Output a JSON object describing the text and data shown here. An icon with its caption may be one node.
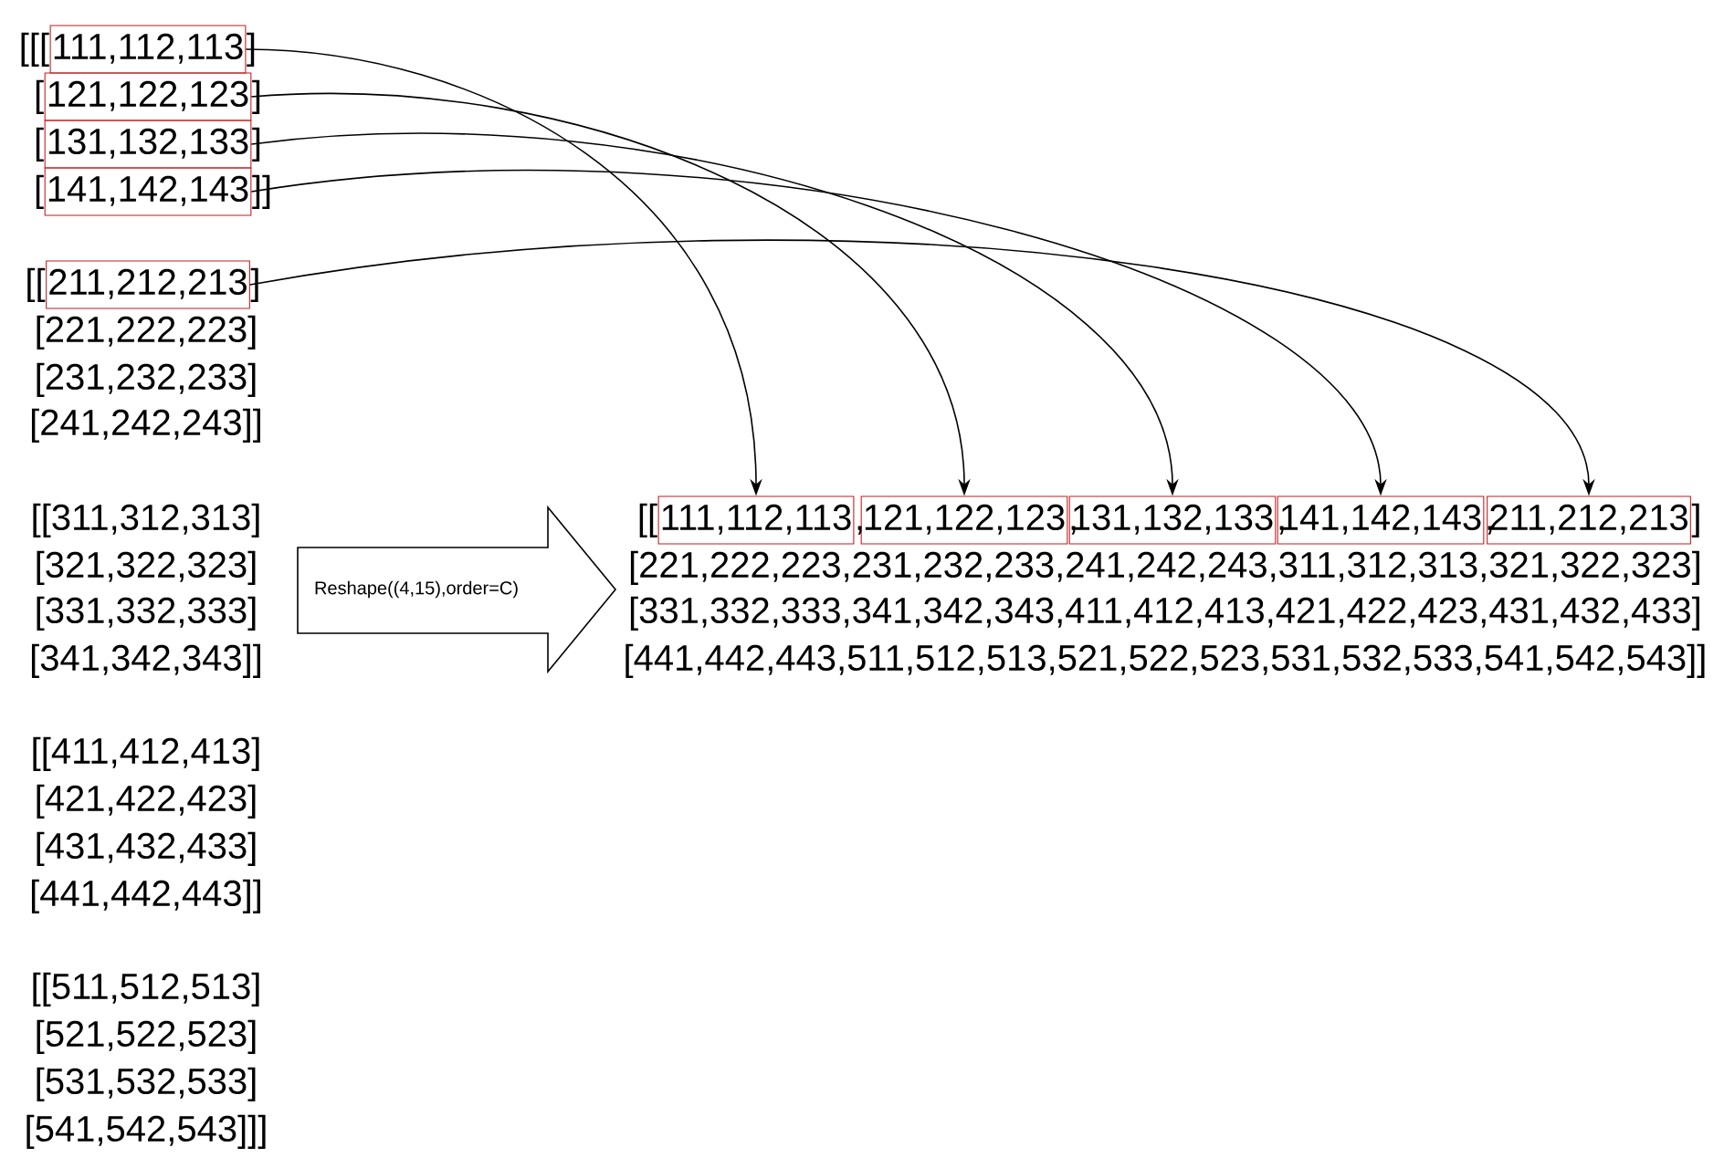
{
  "diagram": {
    "nodes": [
      {
        "text": [
          "111,112,113"
        ]
      },
      {
        "text": [
          "121,122,123"
        ]
      },
      {
        "text": [
          "131,132,133"
        ]
      },
      {
        "text": [
          "141,142,143"
        ]
      },
      {
        "text": [
          "211,212,213"
        ]
      },
      {
        "text": [
          "111,112,113"
        ]
      },
      {
        "text": [
          "121,122,123"
        ]
      },
      {
        "text": [
          "131,132,133"
        ]
      },
      {
        "text": [
          "141,142,143"
        ]
      },
      {
        "text": [
          "211,212,213"
        ]
      },
      {
        "text": [
          "Reshape((4,15),order=C)"
        ]
      }
    ],
    "edges": [
      {
        "from": 0,
        "to": 5,
        "arrow": "to"
      },
      {
        "from": 1,
        "to": 6,
        "arrow": "to"
      },
      {
        "from": 2,
        "to": 7,
        "arrow": "to"
      },
      {
        "from": 3,
        "to": 8,
        "arrow": "to"
      },
      {
        "from": 4,
        "to": 9,
        "arrow": "to"
      }
    ],
    "labels": [
      "[[[",
      "]",
      "[",
      "]",
      "[",
      "]",
      "[",
      "]]",
      "[[",
      "]",
      "[221,222,223]",
      "[231,232,233]",
      "[241,242,243]]",
      "[[311,312,313]",
      "[321,322,323]",
      "[331,332,333]",
      "[341,342,343]]",
      "[[411,412,413]",
      "[421,422,423]",
      "[431,432,433]",
      "[441,442,443]]",
      "[[511,512,513]",
      "[521,522,523]",
      "[531,532,533]",
      "[541,542,543]]]",
      "[[",
      ",",
      ",",
      ",",
      ",",
      "]",
      "[221,222,223,231,232,233,241,242,243,311,312,313,321,322,323]",
      "[331,332,333,341,342,343,411,412,413,421,422,423,431,432,433]",
      "[441,442,443,511,512,513,521,522,523,531,532,533,541,542,543]]"
    ]
  }
}
